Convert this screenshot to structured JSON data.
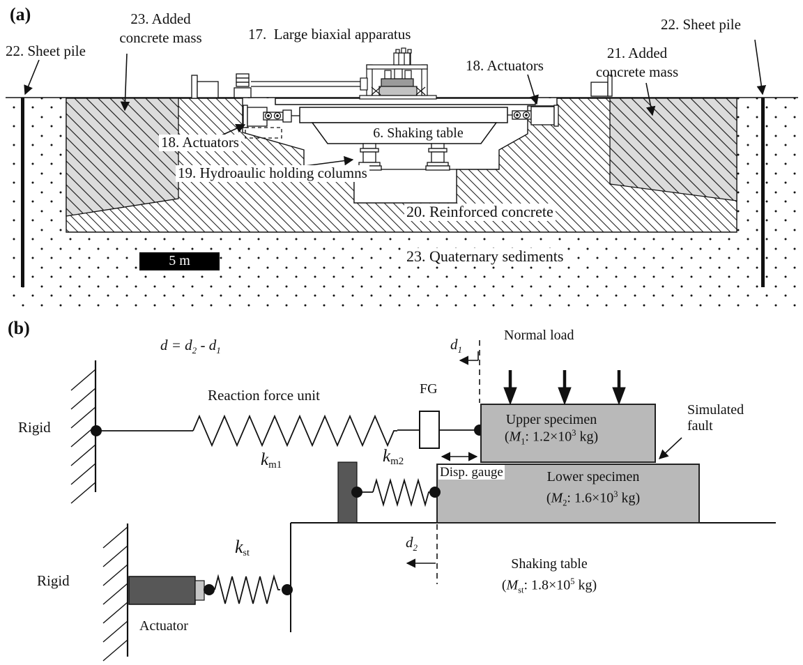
{
  "figure": {
    "panel_a": {
      "tag": "(a)",
      "scale_bar": "5 m",
      "labels": {
        "sheet_pile_left": "22. Sheet pile",
        "added_mass_left_line1": "23. Added",
        "added_mass_left_line2": "concrete mass",
        "biaxial_apparatus": "17.  Large biaxial apparatus",
        "actuators_left": "18. Actuators",
        "actuators_right": "18. Actuators",
        "added_mass_right_line1": "21. Added",
        "added_mass_right_line2": "concrete mass",
        "sheet_pile_right": "22. Sheet pile",
        "shaking_table": "6. Shaking table",
        "holding_columns": "19. Hydroaulic holding columns",
        "reinforced_concrete": "20. Reinforced concrete",
        "quaternary_sediments": "23. Quaternary sediments"
      }
    },
    "panel_b": {
      "tag": "(b)",
      "equation": {
        "d": "d",
        "eq": " = ",
        "d2": "d",
        "s2": "2",
        "minus": " - ",
        "d1": "d",
        "s1": "1"
      },
      "labels": {
        "rigid_upper": "Rigid",
        "rigid_lower": "Rigid",
        "reaction_force_unit": "Reaction force unit",
        "force_gauge": "FG",
        "normal_load": "Normal load",
        "simulated_fault_line1": "Simulated",
        "simulated_fault_line2": "fault",
        "disp_gauge": "Disp. gauge",
        "upper_specimen": "Upper specimen",
        "lower_specimen": "Lower specimen",
        "shaking_table": "Shaking table",
        "actuator": "Actuator"
      },
      "springs": {
        "km1": {
          "base": "k",
          "sub": "m1"
        },
        "km2": {
          "base": "k",
          "sub": "m2"
        },
        "kst": {
          "base": "k",
          "sub": "st"
        }
      },
      "displacements": {
        "d1": {
          "base": "d",
          "sub": "1"
        },
        "d2": {
          "base": "d",
          "sub": "2"
        }
      },
      "masses": {
        "upper": {
          "open": "(",
          "sym": "M",
          "sub": "1",
          "mid": ": 1.2×10",
          "exp": "3",
          "close": " kg)"
        },
        "lower": {
          "open": "(",
          "sym": "M",
          "sub": "2",
          "mid": ": 1.6×10",
          "exp": "3",
          "close": " kg)"
        },
        "table": {
          "open": "(",
          "sym": "M",
          "sub": "st",
          "mid": ": 1.8×10",
          "exp": "5",
          "close": " kg)"
        }
      }
    },
    "colors": {
      "specimen_fill": "#b9b9b9",
      "added_mass_fill": "#dcdcdc",
      "dark_metal": "#575757",
      "light_metal": "#c6c6c6",
      "ink": "#111111"
    }
  }
}
